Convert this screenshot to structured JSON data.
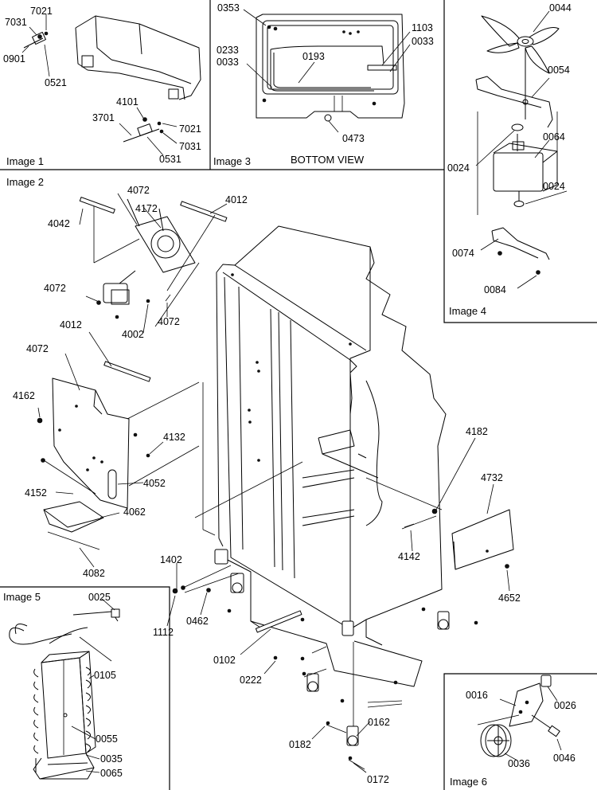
{
  "panels": {
    "image1": {
      "title": "Image 1",
      "labels": [
        "7021",
        "7031",
        "0901",
        "0521",
        "4101",
        "3701",
        "7021",
        "7031",
        "0531"
      ]
    },
    "image2": {
      "title": "Image 2",
      "labels": [
        "4072",
        "4172",
        "4012",
        "4042",
        "4072",
        "4002",
        "4072",
        "4012",
        "4072",
        "4162",
        "4132",
        "4152",
        "4052",
        "4062",
        "4082",
        "4182",
        "4732",
        "4142",
        "4652",
        "1402",
        "1112",
        "0462",
        "0102",
        "0222",
        "0162",
        "0182",
        "0172"
      ]
    },
    "image3": {
      "title": "Image 3",
      "caption": "BOTTOM VIEW",
      "labels": [
        "0353",
        "1103",
        "0033",
        "0233",
        "0033",
        "0193",
        "0473"
      ]
    },
    "image4": {
      "title": "Image 4",
      "labels": [
        "0044",
        "0054",
        "0064",
        "0024",
        "0024",
        "0074",
        "0084"
      ]
    },
    "image5": {
      "title": "Image 5",
      "labels": [
        "0025",
        "0105",
        "0055",
        "0035",
        "0065"
      ]
    },
    "image6": {
      "title": "Image 6",
      "labels": [
        "0016",
        "0026",
        "0036",
        "0046"
      ]
    }
  }
}
